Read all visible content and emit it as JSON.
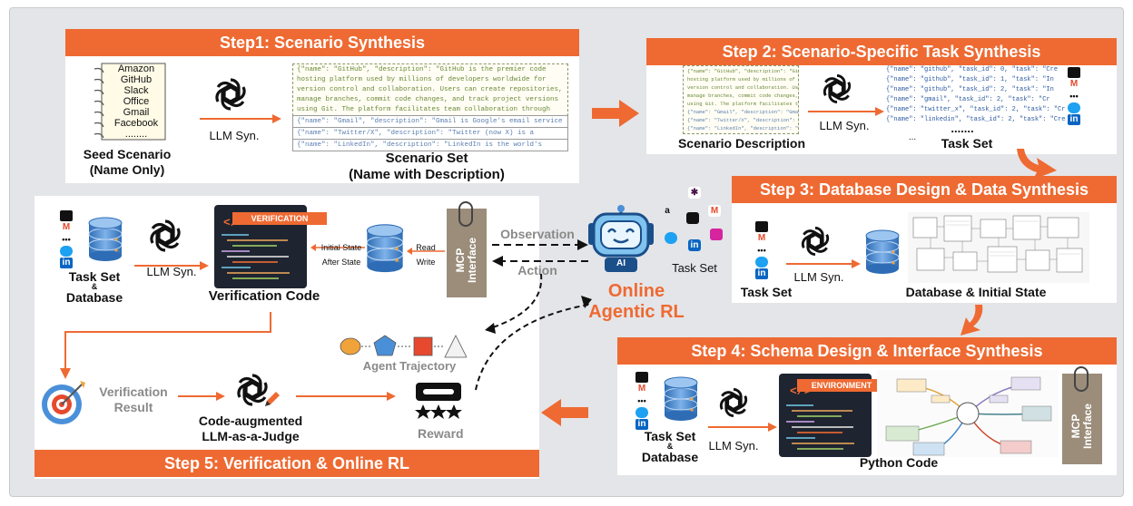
{
  "step1": {
    "header": "Step1: Scenario Synthesis",
    "seed_names": [
      "Amazon",
      "GitHub",
      "Slack",
      "Office",
      "Gmail",
      "Facebook",
      "........"
    ],
    "seed_label_1": "Seed Scenario",
    "seed_label_2": "(Name Only)",
    "llm_label": "LLM Syn.",
    "json_main": [
      "{\"name\": \"GitHub\", \"description\": \"GitHub is the premier code",
      "hosting platform used by millions of developers worldwide for",
      "version control and collaboration. Users can create repositories,",
      "manage branches, commit code changes, and track project versions",
      "using Git. The platform facilitates team collaboration through"
    ],
    "json_rows": [
      "{\"name\": \"Gmail\", \"description\": \"Gmail is Google's email service",
      "{\"name\": \"Twitter/X\", \"description\": \"Twitter (now X) is a",
      "{\"name\": \"LinkedIn\", \"description\": \"LinkedIn is the world's"
    ],
    "set_label_1": "Scenario Set",
    "set_label_2": "(Name with Description)"
  },
  "step2": {
    "header": "Step 2: Scenario-Specific Task Synthesis",
    "desc_lines": [
      "{\"name\": \"GitHub\", \"description\": \"Git",
      "hosting platform used by millions of de",
      "version control and collaboration. User",
      "manage branches, commit code changes, a",
      "using Git. The platform facilitates te",
      "{\"name\": \"Gmail\", \"description\": \"Gmail",
      "{\"name\": \"Twitter/X\", \"description\": \"",
      "{\"name\": \"LinkedIn\", \"description\": \"Li"
    ],
    "task_lines": [
      "{\"name\": \"github\", \"task_id\": 0, \"task\": \"Cre",
      "{\"name\": \"github\", \"task_id\": 1, \"task\": \"In",
      "{\"name\": \"github\", \"task_id\": 2, \"task\": \"In",
      "{\"name\": \"gmail\", \"task_id\": 2, \"task\": \"Cr",
      "{\"name\": \"twitter_x\", \"task_id\": 2, \"task\": \"Cr",
      "{\"name\": \"linkedin\", \"task_id\": 2, \"task\": \"Crea"
    ],
    "task_dots": ".......",
    "task_ellipsis": "...",
    "llm_label": "LLM Syn.",
    "desc_label": "Scenario Description",
    "task_label": "Task Set"
  },
  "step3": {
    "header": "Step 3: Database Design & Data Synthesis",
    "llm_label": "LLM Syn.",
    "task_label": "Task Set",
    "db_label": "Database & Initial State"
  },
  "step4": {
    "header": "Step 4: Schema Design & Interface Synthesis",
    "task_label": "Task Set",
    "amp": "&",
    "db_label": "Database",
    "llm_label": "LLM Syn.",
    "env_badge": "ENVIRONMENT",
    "python_label": "Python Code",
    "mcp_label": "MCP\nInterface"
  },
  "step5": {
    "header": "Step 5: Verification & Online RL",
    "task_label": "Task Set",
    "amp": "&",
    "db_label": "Database",
    "llm_label": "LLM Syn.",
    "verif_badge": "VERIFICATION",
    "verif_code_label": "Verification Code",
    "initial_state": "Initial State",
    "after_state": "After State",
    "read": "Read",
    "write": "Write",
    "mcp_label": "MCP\nInterface",
    "trajectory_label": "Agent Trajectory",
    "result_label_1": "Verification",
    "result_label_2": "Result",
    "judge_label_1": "Code-augmented",
    "judge_label_2": "LLM-as-a-Judge",
    "reward_label": "Reward"
  },
  "center": {
    "observation": "Observation",
    "action": "Action",
    "agent_ai": "AI",
    "task_set": "Task Set",
    "title_1": "Online",
    "title_2": "Agentic RL"
  },
  "colors": {
    "accent": "#ee6a32",
    "panel": "#e4e5e8",
    "db_blue": "#3a7bc8",
    "muted": "#8a8a8a"
  }
}
